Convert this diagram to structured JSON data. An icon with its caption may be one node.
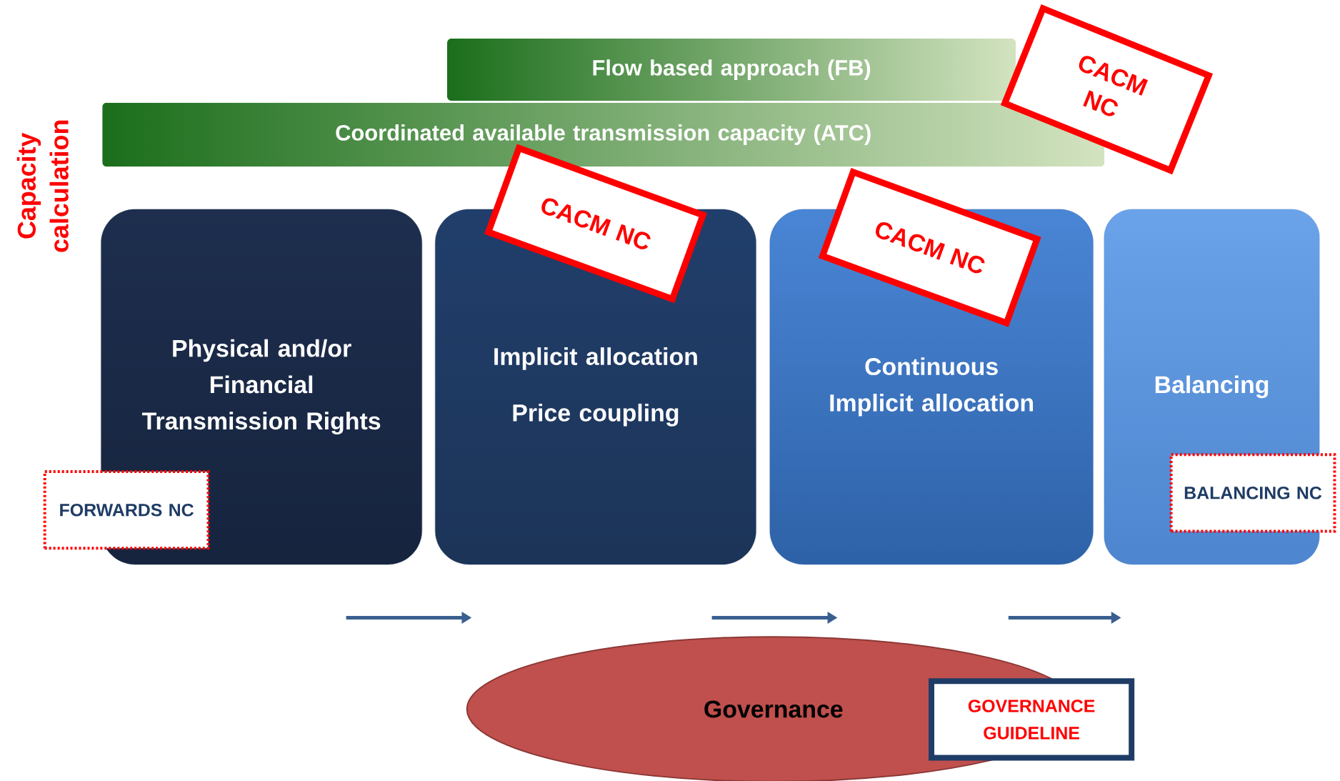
{
  "diagram": {
    "nodes": [
      {
        "text": [
          "Flow based approach (FB)"
        ]
      },
      {
        "text": [
          "Coordinated available transmission capacity (ATC)"
        ]
      },
      {
        "text": [
          "Physical and/or Financial Transmission Rights"
        ]
      },
      {
        "text": [
          "Implicit allocation",
          "Price coupling"
        ]
      },
      {
        "text": [
          "Continuous Implicit allocation"
        ]
      },
      {
        "text": [
          "Balancing"
        ]
      },
      {
        "text": [
          "FORWARDS NC"
        ]
      },
      {
        "text": [
          "CACM NC"
        ]
      },
      {
        "text": [
          "CACM NC"
        ]
      },
      {
        "text": [
          "CACM NC"
        ]
      },
      {
        "text": [
          "BALANCING NC"
        ]
      },
      {
        "text": [
          "Governance"
        ]
      },
      {
        "text": [
          "GOVERNANCE GUIDELINE"
        ]
      }
    ],
    "labels": [
      "Capacity calculation"
    ]
  }
}
